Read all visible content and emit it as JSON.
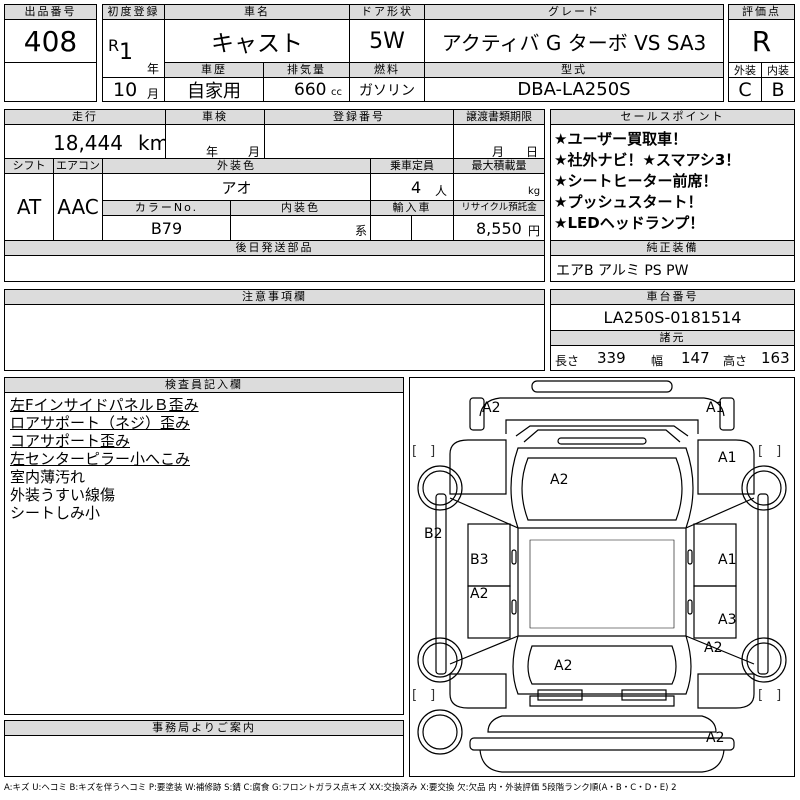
{
  "header": {
    "lot_label": "出品番号",
    "lot_no": "408",
    "first_reg_label": "初度登録",
    "era": "R",
    "year": "1",
    "year_unit": "年",
    "month": "10",
    "month_unit": "月",
    "car_name_label": "車名",
    "car_name": "キャスト",
    "door_label": "ドア形状",
    "door": "5W",
    "grade_label": "グレード",
    "grade": "アクティバ G ターボ VS SA3",
    "score_label": "評価点",
    "score": "R",
    "history_label": "車歴",
    "history": "自家用",
    "displacement_label": "排気量",
    "displacement": "660",
    "displacement_unit": "cc",
    "fuel_label": "燃料",
    "fuel": "ガソリン",
    "model_label": "型式",
    "model": "DBA-LA250S",
    "ext_label": "外装",
    "ext_grade": "C",
    "int_label": "内装",
    "int_grade": "B"
  },
  "row2": {
    "mileage_label": "走行",
    "mileage": "18,444",
    "mileage_unit": "km",
    "inspection_label": "車検",
    "insp_year_unit": "年",
    "insp_month_unit": "月",
    "regno_label": "登録番号",
    "transfer_label": "譲渡書類期限",
    "transfer_month_unit": "月",
    "transfer_day_unit": "日",
    "shift_label": "シフト",
    "shift": "AT",
    "ac_label": "エアコン",
    "ac": "AAC",
    "ext_color_label": "外装色",
    "ext_color": "アオ",
    "capacity_label": "乗車定員",
    "capacity": "4",
    "capacity_unit": "人",
    "load_label": "最大積載量",
    "load_unit": "kg",
    "color_no_label": "カラーNo.",
    "color_no": "B79",
    "int_color_label": "内装色",
    "int_color_unit": "系",
    "import_label": "輸入車",
    "recycle_label": "リサイクル預託金",
    "recycle": "8,550",
    "recycle_unit": "円",
    "later_parts_label": "後日発送部品"
  },
  "sales_points": {
    "label": "セールスポイント",
    "items": [
      "★ユーザー買取車！",
      "★社外ナビ！★スマアシ3！",
      "★シートヒーター前席！",
      "★プッシュスタート！",
      "★LEDヘッドランプ！"
    ]
  },
  "equipment": {
    "label": "純正装備",
    "value": "エアB アルミ PS PW"
  },
  "notes": {
    "label": "注意事項欄"
  },
  "chassis": {
    "label": "車台番号",
    "value": "LA250S-0181514",
    "dims_label": "諸元",
    "length_label": "長さ",
    "length": "339",
    "width_label": "幅",
    "width": "147",
    "height_label": "高さ",
    "height": "163"
  },
  "inspector": {
    "label": "検査員記入欄",
    "lines": [
      "左FインサイドパネルＢ歪み",
      "ロアサポート（ネジ）歪み",
      "コアサポート歪み",
      "左センターピラー小へこみ",
      "室内薄汚れ",
      "外装うすい線傷",
      "シートしみ小"
    ],
    "underlined_count": 4
  },
  "office": {
    "label": "事務局よりご案内"
  },
  "diagram": {
    "marks": [
      "A2",
      "A1",
      "A1",
      "A2",
      "B2",
      "B3",
      "A1",
      "A2",
      "A3",
      "A2",
      "A2",
      "A2"
    ],
    "bracket": "[　]"
  },
  "legend": "A:キズ U:ヘコミ B:キズを伴うヘコミ P:要塗装 W:補修跡 S:錆 C:腐食 G:フロントガラス点キズ XX:交換済み X:要交換 欠:欠品 内・外装評価 5段階ランク順(A・B・C・D・E) 2"
}
